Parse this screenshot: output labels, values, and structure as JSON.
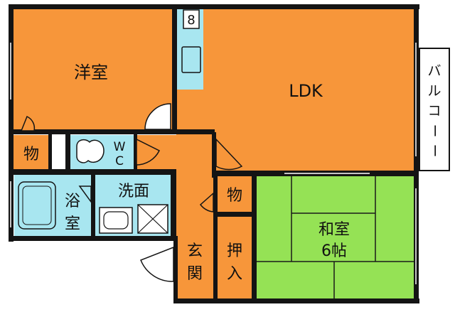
{
  "rooms": {
    "western": "洋室",
    "ldk": "LDK",
    "storage_left": "物",
    "wc": [
      "W",
      "C"
    ],
    "bath": [
      "浴",
      "室"
    ],
    "washroom": "洗面",
    "storage_mid": "物",
    "entrance": [
      "玄",
      "関"
    ],
    "closet": [
      "押",
      "入"
    ],
    "japanese": [
      "和室",
      "6帖"
    ],
    "balcony": [
      "バ",
      "ル",
      "コ",
      "ー",
      "ー"
    ]
  },
  "fridge_mark": "8",
  "colors": {
    "orange": "#f7963a",
    "green": "#95e255",
    "cyan": "#a8e6f0",
    "wall": "#141414",
    "background": "#ffffff"
  }
}
